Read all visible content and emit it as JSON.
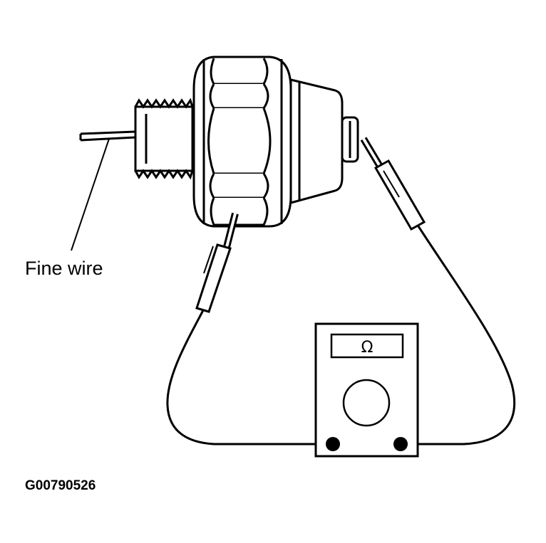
{
  "labels": {
    "fine_wire": "Fine wire",
    "figure_id": "G00790526",
    "meter_symbol": "Ω"
  },
  "colors": {
    "ink": "#000000",
    "paper": "#ffffff"
  }
}
